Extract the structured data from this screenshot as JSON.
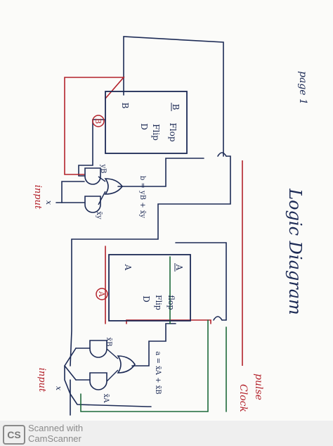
{
  "diagram": {
    "title": "Logic Diagram",
    "page_label": "page 1",
    "labels": {
      "input_top": "input",
      "input_top_var": "x",
      "input_bottom": "input",
      "input_bottom_var": "x",
      "clock": "Clock",
      "pulse": "pulse"
    },
    "flipflop_top": {
      "name": "B",
      "circle_label": "B",
      "q": "B",
      "q_bar": "B",
      "line1": "D",
      "line2": "Flip",
      "line3": "Flop"
    },
    "flipflop_bottom": {
      "name": "A",
      "circle_label": "A",
      "q": "A",
      "q_bar": "A",
      "line1": "D",
      "line2": "Flip",
      "line3": "flop"
    },
    "gate_labels": {
      "top_and_upper": "yB",
      "top_and_lower": "x̄y",
      "top_or": "b = yB + x̄y",
      "bottom_and_upper": "x̄B",
      "bottom_and_lower": "x̄A",
      "bottom_or": "a = x̄A + x̄B"
    }
  },
  "footer": {
    "logo": "CS",
    "line1": "Scanned with",
    "line2": "CamScanner"
  },
  "colors": {
    "ink": "#1c2a55",
    "red": "#b3222b",
    "green": "#1d6a3a"
  }
}
